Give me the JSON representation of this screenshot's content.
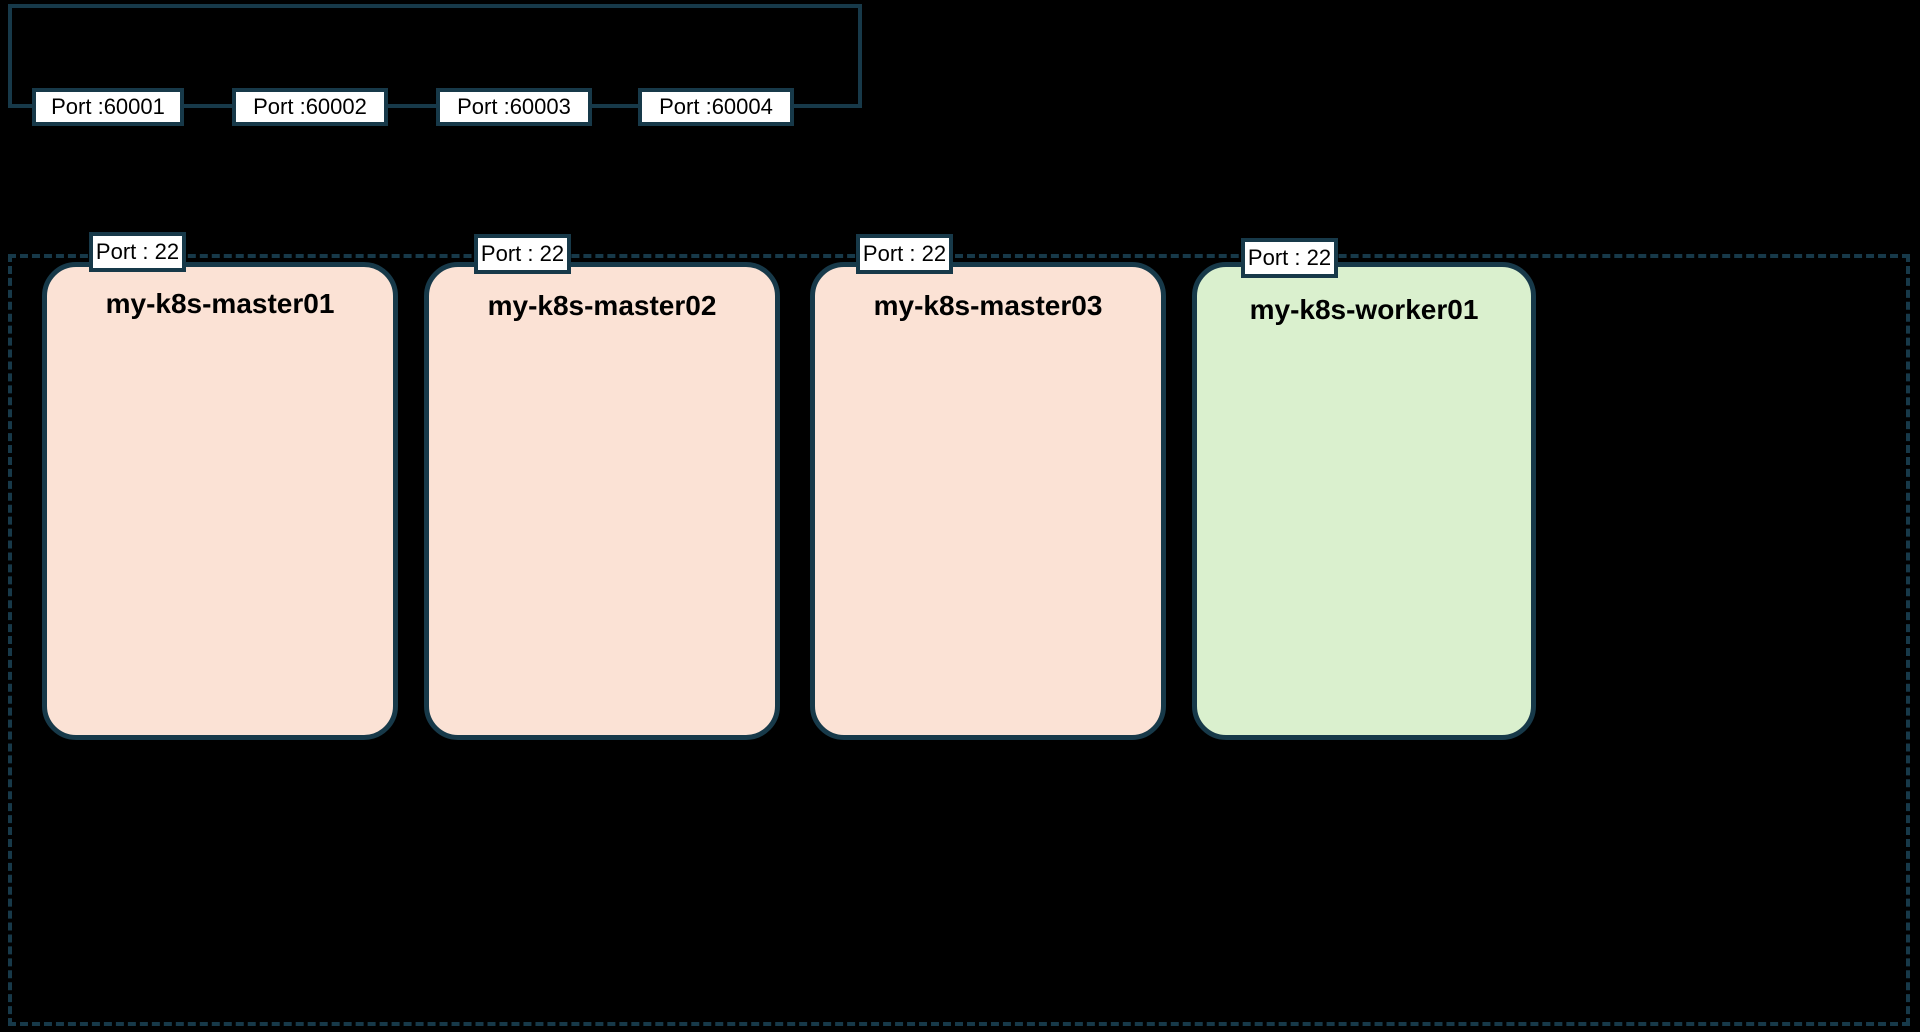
{
  "diagram": {
    "background_color": "#000000",
    "border_color": "#173949",
    "load_balancer": {
      "label": "",
      "ports": [
        {
          "label": "Port :60001"
        },
        {
          "label": "Port :60002"
        },
        {
          "label": "Port :60003"
        },
        {
          "label": "Port :60004"
        }
      ]
    },
    "cluster": {
      "label": "",
      "nodes": [
        {
          "name": "my-k8s-master01",
          "ssh_port_label": "Port : 22",
          "fill_color": "#fbe2d5",
          "role": "master"
        },
        {
          "name": "my-k8s-master02",
          "ssh_port_label": "Port : 22",
          "fill_color": "#fbe2d5",
          "role": "master"
        },
        {
          "name": "my-k8s-master03",
          "ssh_port_label": "Port : 22",
          "fill_color": "#fbe2d5",
          "role": "master"
        },
        {
          "name": "my-k8s-worker01",
          "ssh_port_label": "Port : 22",
          "fill_color": "#daf0ce",
          "role": "worker"
        }
      ]
    }
  }
}
